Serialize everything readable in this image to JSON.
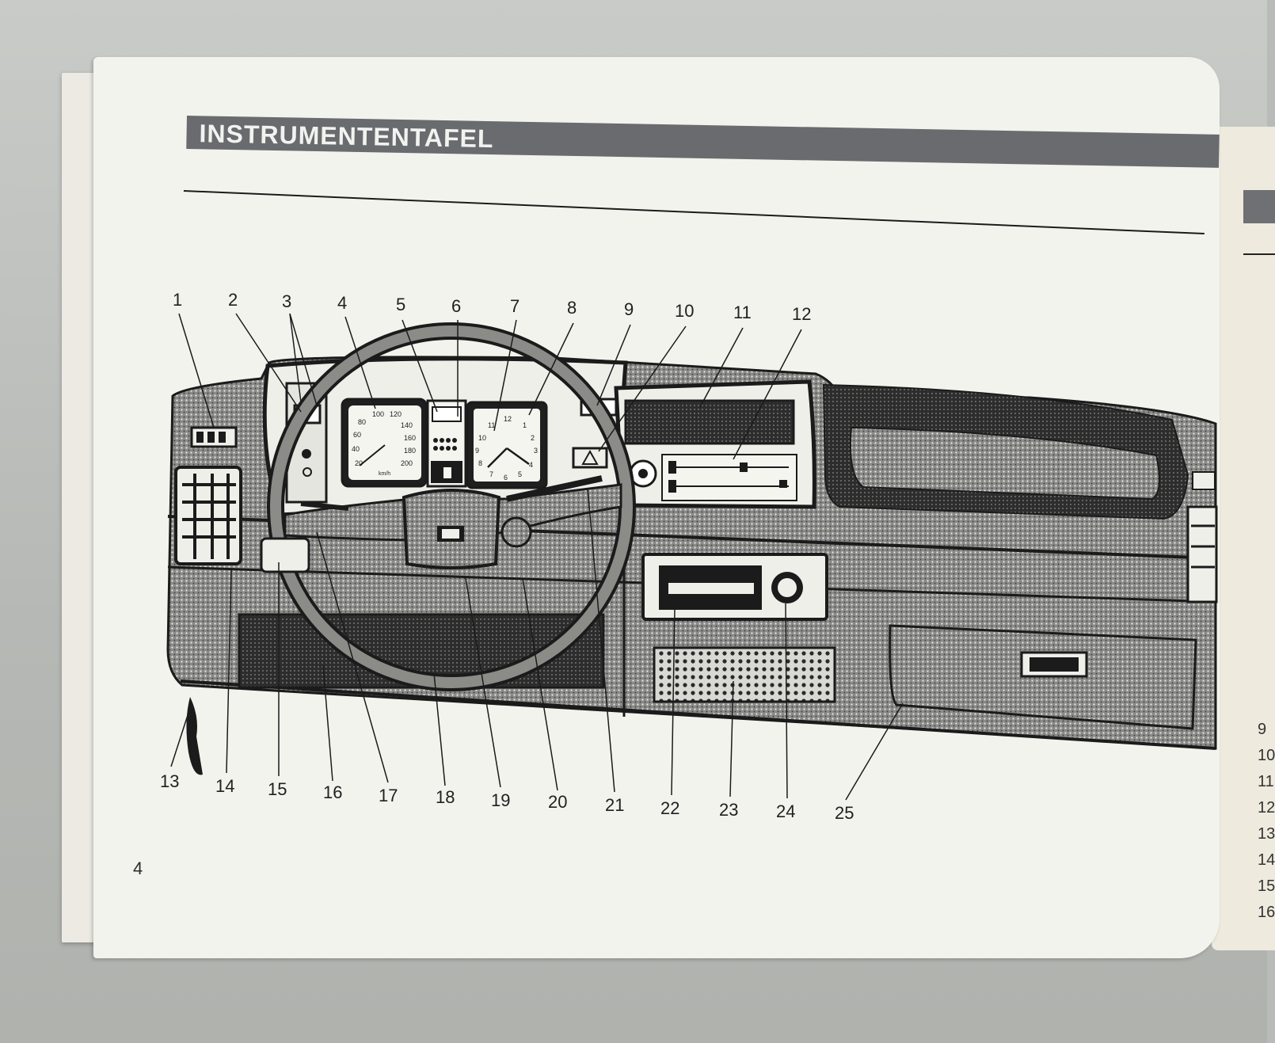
{
  "page": {
    "title": "INSTRUMENTENTAFEL",
    "number": "4"
  },
  "diagram": {
    "callouts_top": [
      "1",
      "2",
      "3",
      "4",
      "5",
      "6",
      "7",
      "8",
      "9",
      "10",
      "11",
      "12"
    ],
    "callouts_bottom": [
      "13",
      "14",
      "15",
      "16",
      "17",
      "18",
      "19",
      "20",
      "21",
      "22",
      "23",
      "24",
      "25"
    ],
    "speedometer": {
      "scale": [
        "20",
        "40",
        "60",
        "80",
        "100",
        "120",
        "140",
        "160",
        "180",
        "200"
      ],
      "unit": "km/h"
    },
    "clock": {
      "numerals": [
        "12",
        "1",
        "2",
        "3",
        "4",
        "5",
        "6",
        "7",
        "8",
        "9",
        "10",
        "11"
      ]
    }
  },
  "next_page": {
    "item_numbers": [
      "9",
      "10",
      "11",
      "12",
      "13",
      "14",
      "15",
      "16"
    ]
  },
  "colors": {
    "banner": "#6a6b6e",
    "page": "#f3f3ee",
    "ink": "#1b1b1b"
  }
}
